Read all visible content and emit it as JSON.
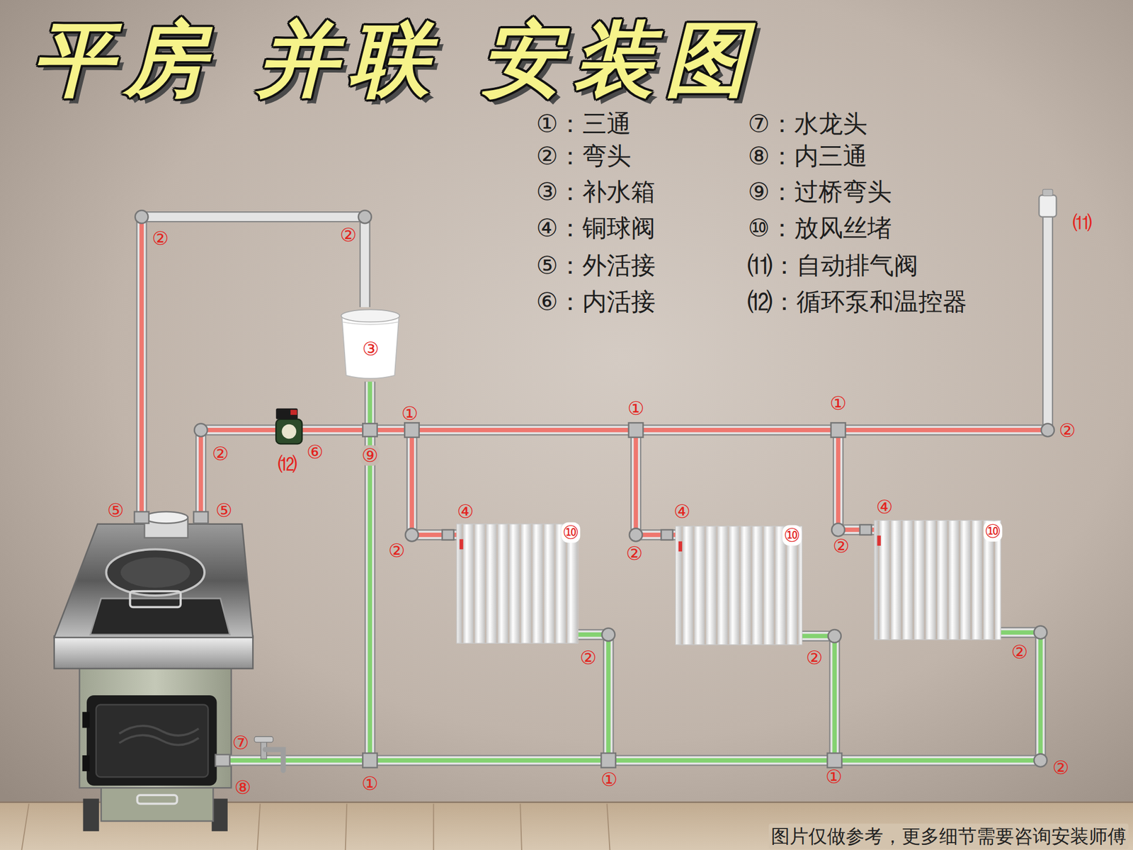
{
  "diagram": {
    "title": "平房 并联 安装图",
    "caption": "图片仅做参考，更多细节需要咨询安装师傅",
    "nodes": [
      {
        "text": [
          "③"
        ]
      }
    ],
    "labels": [
      "①：三通",
      "②：弯头",
      "③：补水箱",
      "④：铜球阀",
      "⑤：外活接",
      "⑥：内活接",
      "⑦：水龙头",
      "⑧：内三通",
      "⑨：过桥弯头",
      "⑩：放风丝堵",
      "⑾：自动排气阀",
      "⑿：循环泵和温控器",
      "②",
      "②",
      "①",
      "①",
      "①",
      "⑾",
      "②",
      "②",
      "⑥",
      "⑿",
      "⑨",
      "⑤",
      "⑤",
      "④",
      "④",
      "④",
      "⑩",
      "⑩",
      "⑩",
      "②",
      "②",
      "②",
      "②",
      "②",
      "②",
      "⑦",
      "⑧",
      "①",
      "①",
      "①",
      "②"
    ]
  }
}
